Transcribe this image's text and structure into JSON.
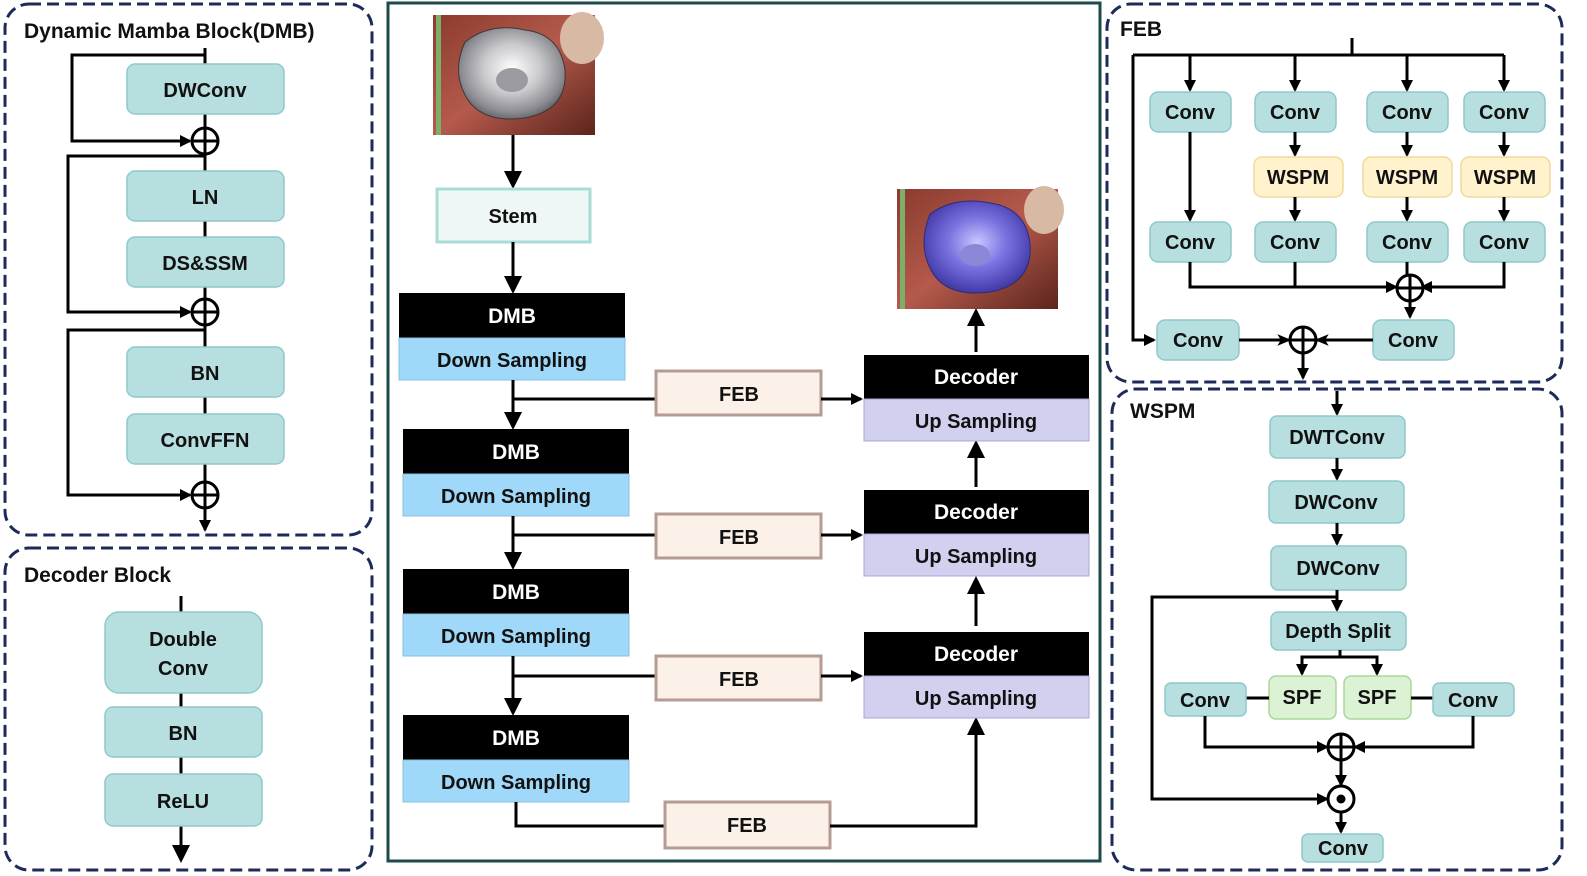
{
  "dmb_panel": {
    "title": "Dynamic Mamba Block(DMB)",
    "blocks": [
      "DWConv",
      "LN",
      "DS&SSM",
      "BN",
      "ConvFFN"
    ]
  },
  "decoder_panel": {
    "title": "Decoder Block",
    "double_line1": "Double",
    "double_line2": "Conv",
    "bn": "BN",
    "relu": "ReLU"
  },
  "main": {
    "stem": "Stem",
    "dmb": "DMB",
    "down": "Down Sampling",
    "feb": "FEB",
    "decoder": "Decoder",
    "up": "Up Sampling"
  },
  "feb_panel": {
    "title": "FEB",
    "conv": "Conv",
    "wspm": "WSPM"
  },
  "wspm_panel": {
    "title": "WSPM",
    "dwtconv": "DWTConv",
    "dwconv": "DWConv",
    "depth_split": "Depth Split",
    "spf": "SPF",
    "conv": "Conv"
  },
  "colors": {
    "panel_border": "#1c2b59",
    "main_border": "#1f4a4a",
    "teal_block": "#b8dfe0",
    "down_sampling": "#9fd8f8",
    "up_sampling": "#d2d0ef",
    "feb_block": "#fbf1e8",
    "wspm_block": "#fff2cc",
    "spf_block": "#dcf2d4"
  }
}
